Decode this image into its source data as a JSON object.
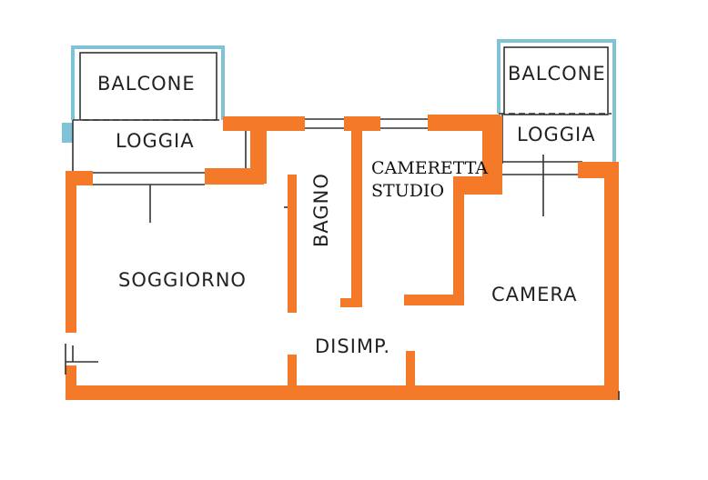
{
  "rooms": {
    "balcone_left": "BALCONE",
    "loggia_left": "LOGGIA",
    "balcone_right": "BALCONE",
    "loggia_right": "LOGGIA",
    "soggiorno": "SOGGIORNO",
    "bagno": "BAGNO",
    "cameretta_line1": "CAMERETTA",
    "cameretta_line2": "STUDIO",
    "camera": "CAMERA",
    "disimpegno": "DISIMP."
  },
  "colors": {
    "wall": "#f47a2a",
    "balcony_outline": "#7fc3d6",
    "line": "#333333"
  }
}
